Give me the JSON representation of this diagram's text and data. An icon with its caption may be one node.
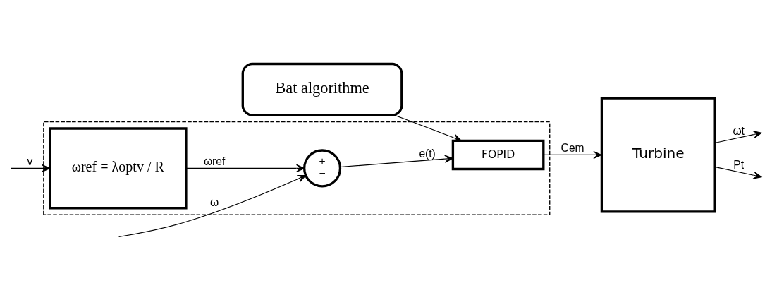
{
  "diagram": {
    "nodes": [
      {
        "text": [],
        "shape": "box"
      },
      {
        "text": [
          "ωref = λoptv / R"
        ],
        "in": 0
      },
      {
        "text": [
          "+",
          "−"
        ],
        "in": 0
      },
      {
        "text": [
          "FOPID"
        ],
        "in": 0
      },
      {
        "text": [
          "Bat algorithme"
        ]
      },
      {
        "text": [
          "Turbine"
        ]
      }
    ],
    "edges": [
      {
        "from": null,
        "to": 1,
        "arrow": "to",
        "label": "v"
      },
      {
        "from": 1,
        "to": 2,
        "arrow": "to",
        "label": "ωref"
      },
      {
        "from": null,
        "to": 2,
        "arrow": "to",
        "label": "ω"
      },
      {
        "from": 2,
        "to": 3,
        "arrow": "to",
        "label": "e(t)"
      },
      {
        "from": 4,
        "to": 3,
        "arrow": "to"
      },
      {
        "from": 3,
        "to": 5,
        "arrow": "to",
        "label": "Cem"
      },
      {
        "from": 5,
        "to": null,
        "arrow": "to",
        "label": "ωt"
      },
      {
        "from": 5,
        "to": null,
        "arrow": "to",
        "label": "Pt"
      }
    ]
  }
}
